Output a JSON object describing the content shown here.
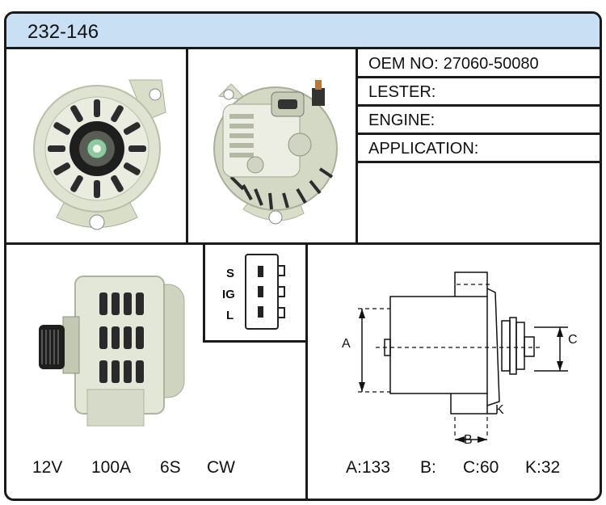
{
  "header": {
    "part_number": "232-146"
  },
  "info": [
    {
      "label": "OEM NO:",
      "value": "27060-50080"
    },
    {
      "label": "LESTER:",
      "value": ""
    },
    {
      "label": "ENGINE:",
      "value": ""
    },
    {
      "label": "APPLICATION:",
      "value": ""
    }
  ],
  "connector": {
    "pins": [
      "S",
      "IG",
      "L"
    ]
  },
  "specs": {
    "voltage": "12V",
    "amperage": "100A",
    "pulley": "6S",
    "rotation": "CW"
  },
  "dimensions": {
    "labels": {
      "a": "A",
      "b": "B",
      "c": "C",
      "k": "K"
    },
    "values": {
      "a": "A:133",
      "b": "B:",
      "c": "C:60",
      "k": "K:32"
    }
  },
  "colors": {
    "header_bg": "#c9dff3",
    "border": "#1a1a1a",
    "body_metal": "#dfe4d2"
  }
}
